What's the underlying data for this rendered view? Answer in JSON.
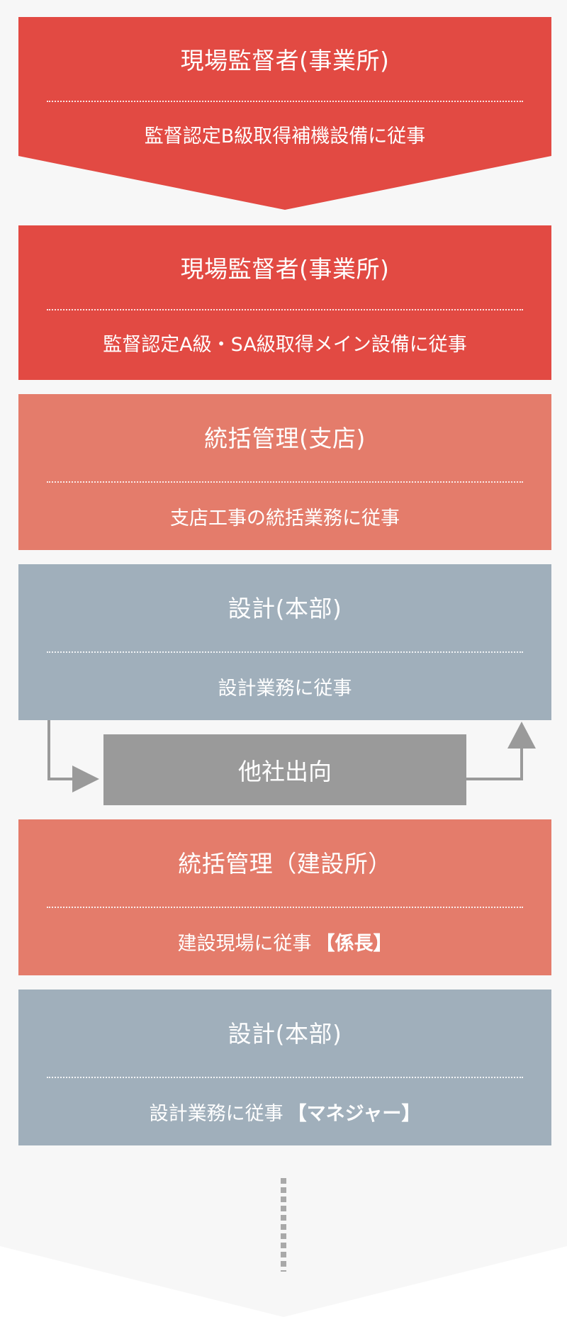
{
  "steps": [
    {
      "title": "現場監督者(事業所)",
      "description": "監督認定B級取得補機設備に従事",
      "color": "#e24a43"
    },
    {
      "title": "現場監督者(事業所)",
      "description": "監督認定A級・SA級取得メイン設備に従事",
      "color": "#e24a43"
    },
    {
      "title": "統括管理(支店)",
      "description": "支店工事の統括業務に従事",
      "color": "#e47c6b"
    },
    {
      "title": "設計(本部)",
      "description": "設計業務に従事",
      "color": "#a0afbb"
    },
    {
      "title": "統括管理（建設所）",
      "description": "建設現場に従事",
      "badge": "【係長】",
      "color": "#e47c6b"
    },
    {
      "title": "設計(本部)",
      "description": "設計業務に従事",
      "badge": "【マネジャー】",
      "color": "#a0afbb"
    }
  ],
  "secondment": {
    "label": "他社出向",
    "color": "#9a9a9a"
  },
  "colors": {
    "background": "#f7f7f7",
    "connector": "#9a9a9a",
    "continuation": "#a9a9a9"
  }
}
